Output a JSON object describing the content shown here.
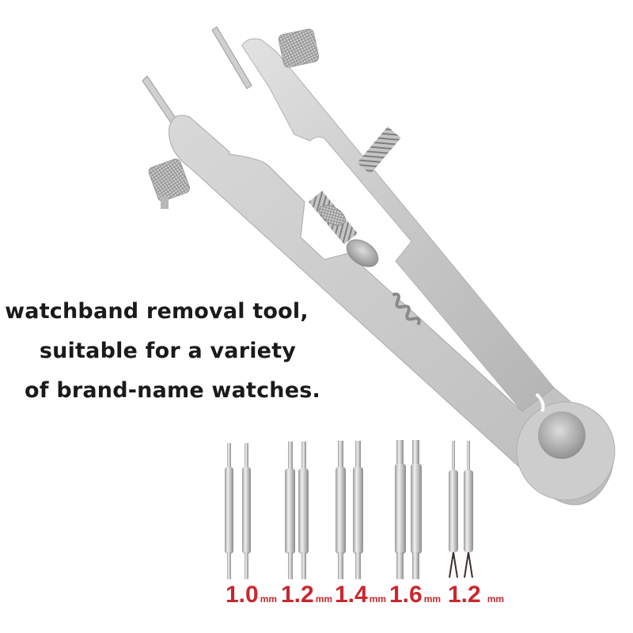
{
  "caption": {
    "line1": "watchband removal tool,",
    "line2": "suitable for a variety",
    "line3": "of brand-name watches."
  },
  "pin_sizes": [
    {
      "value": "1.0",
      "unit": "mm"
    },
    {
      "value": "1.2",
      "unit": "mm"
    },
    {
      "value": "1.4",
      "unit": "mm"
    },
    {
      "value": "1.6",
      "unit": "mm"
    },
    {
      "value": "1.2",
      "unit": "mm"
    }
  ],
  "colors": {
    "label_red": "#c8282d",
    "caption_text": "#1a1a1a",
    "metal": "#c9c9c9"
  }
}
